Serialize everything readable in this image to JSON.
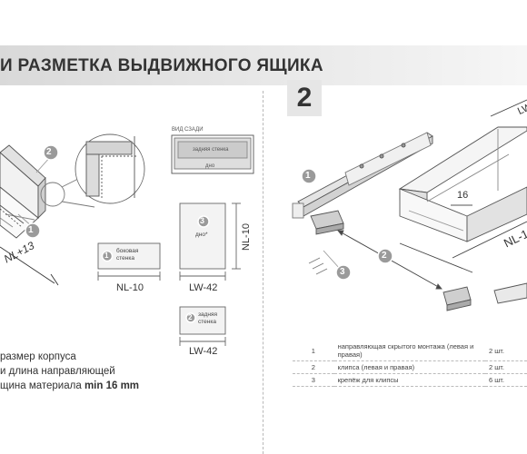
{
  "header": {
    "title": "И РАЗМЕТКА ВЫДВИЖНОГО ЯЩИКА",
    "step_number": "2"
  },
  "left_diagram": {
    "callout_1": "1",
    "callout_2": "2",
    "dim_drawer": "NL+13",
    "rear_view_label": "ВИД СЗАДИ",
    "rear_wall_label": "задняя стенка",
    "bottom_label": "дно",
    "part_bottom": {
      "number": "3",
      "label": "дно*",
      "width_dim": "LW-42",
      "height_dim": "NL-10"
    },
    "part_side": {
      "number": "1",
      "label": "боковая стенка",
      "width_dim": "NL-10"
    },
    "part_back": {
      "number": "2",
      "label": "задняя стенка",
      "width_dim": "LW-42"
    }
  },
  "legend": [
    "размер корпуса",
    "и длина направляющей",
    "щина материала "
  ],
  "legend_emphasis": "min 16 mm",
  "right_diagram": {
    "callout_1": "1",
    "callout_2": "2",
    "callout_3": "3",
    "dim_16": "16",
    "dim_nl": "NL-1",
    "dim_lw": "LW"
  },
  "parts_table": [
    {
      "num": "1",
      "name": "направляющая скрытого монтажа (левая и правая)",
      "qty": "2 шт."
    },
    {
      "num": "2",
      "name": "клипса (левая и правая)",
      "qty": "2 шт."
    },
    {
      "num": "3",
      "name": "крепёж для клипсы",
      "qty": "6 шт."
    }
  ]
}
